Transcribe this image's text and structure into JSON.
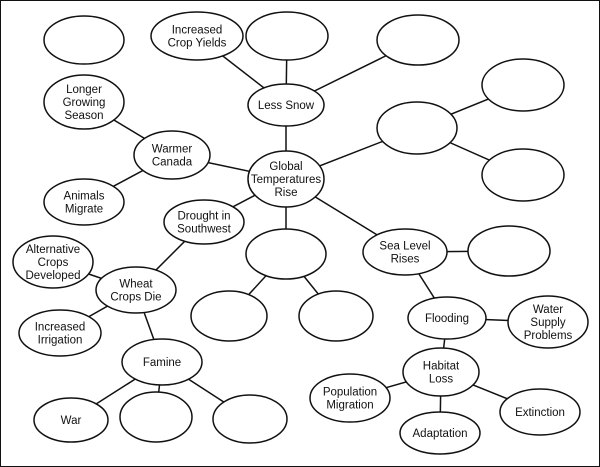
{
  "nodes": [
    {
      "id": "global",
      "label": "Global\nTemperatures\nRise"
    },
    {
      "id": "warmer_canada",
      "label": "Warmer\nCanada"
    },
    {
      "id": "longer_season",
      "label": "Longer\nGrowing\nSeason"
    },
    {
      "id": "animals_migrate",
      "label": "Animals\nMigrate"
    },
    {
      "id": "blank_top_left",
      "label": ""
    },
    {
      "id": "increased_crop",
      "label": "Increased\nCrop Yields"
    },
    {
      "id": "blank_top_mid",
      "label": ""
    },
    {
      "id": "blank_top_right",
      "label": ""
    },
    {
      "id": "less_snow",
      "label": "Less Snow"
    },
    {
      "id": "blank_right_mid",
      "label": ""
    },
    {
      "id": "blank_right_top",
      "label": ""
    },
    {
      "id": "blank_right_low",
      "label": ""
    },
    {
      "id": "drought",
      "label": "Drought in\nSouthwest"
    },
    {
      "id": "wheat",
      "label": "Wheat\nCrops Die"
    },
    {
      "id": "alt_crops",
      "label": "Alternative\nCrops\nDeveloped"
    },
    {
      "id": "irrigation",
      "label": "Increased\nIrrigation"
    },
    {
      "id": "famine",
      "label": "Famine"
    },
    {
      "id": "war",
      "label": "War"
    },
    {
      "id": "blank_famine_mid",
      "label": ""
    },
    {
      "id": "blank_famine_right",
      "label": ""
    },
    {
      "id": "blank_center",
      "label": ""
    },
    {
      "id": "blank_center_left",
      "label": ""
    },
    {
      "id": "blank_center_right",
      "label": ""
    },
    {
      "id": "sea_level",
      "label": "Sea Level\nRises"
    },
    {
      "id": "blank_sea_right",
      "label": ""
    },
    {
      "id": "flooding",
      "label": "Flooding"
    },
    {
      "id": "water_supply",
      "label": "Water\nSupply\nProblems"
    },
    {
      "id": "habitat",
      "label": "Habitat\nLoss"
    },
    {
      "id": "population",
      "label": "Population\nMigration"
    },
    {
      "id": "adaptation",
      "label": "Adaptation"
    },
    {
      "id": "extinction",
      "label": "Extinction"
    }
  ],
  "edges": [
    [
      "global",
      "warmer_canada"
    ],
    [
      "global",
      "less_snow"
    ],
    [
      "global",
      "blank_right_mid"
    ],
    [
      "global",
      "drought"
    ],
    [
      "global",
      "blank_center"
    ],
    [
      "global",
      "sea_level"
    ],
    [
      "warmer_canada",
      "longer_season"
    ],
    [
      "warmer_canada",
      "animals_migrate"
    ],
    [
      "less_snow",
      "increased_crop"
    ],
    [
      "less_snow",
      "blank_top_mid"
    ],
    [
      "less_snow",
      "blank_top_right"
    ],
    [
      "blank_right_mid",
      "blank_right_top"
    ],
    [
      "blank_right_mid",
      "blank_right_low"
    ],
    [
      "drought",
      "wheat"
    ],
    [
      "wheat",
      "alt_crops"
    ],
    [
      "wheat",
      "irrigation"
    ],
    [
      "wheat",
      "famine"
    ],
    [
      "famine",
      "war"
    ],
    [
      "famine",
      "blank_famine_mid"
    ],
    [
      "famine",
      "blank_famine_right"
    ],
    [
      "blank_center",
      "blank_center_left"
    ],
    [
      "blank_center",
      "blank_center_right"
    ],
    [
      "sea_level",
      "blank_sea_right"
    ],
    [
      "sea_level",
      "flooding"
    ],
    [
      "flooding",
      "water_supply"
    ],
    [
      "flooding",
      "habitat"
    ],
    [
      "habitat",
      "population"
    ],
    [
      "habitat",
      "adaptation"
    ],
    [
      "habitat",
      "extinction"
    ]
  ]
}
